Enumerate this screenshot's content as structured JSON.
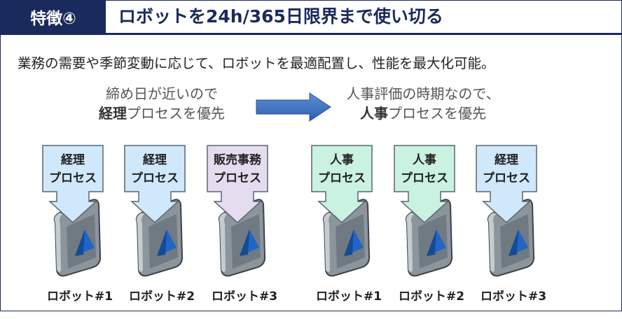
{
  "header": {
    "badge": "特徴④",
    "title": "ロボットを24h/365日限界まで使い切る"
  },
  "lead": "業務の需要や季節変動に応じて、ロボットを最適配置し、性能を最大化可能。",
  "left_caption": {
    "line1": "締め日が近いので",
    "bold": "経理",
    "rest": "プロセスを優先"
  },
  "right_caption": {
    "line1": "人事評価の時期なので、",
    "bold": "人事",
    "rest": "プロセスを優先"
  },
  "robots": [
    {
      "task_line1": "経理",
      "task_line2": "プロセス",
      "color": "#cfe8fb",
      "name": "ロボット#1"
    },
    {
      "task_line1": "経理",
      "task_line2": "プロセス",
      "color": "#cfe8fb",
      "name": "ロボット#2"
    },
    {
      "task_line1": "販売事務",
      "task_line2": "プロセス",
      "color": "#e6dcef",
      "name": "ロボット#3"
    },
    {
      "task_line1": "人事",
      "task_line2": "プロセス",
      "color": "#c9f2e0",
      "name": "ロボット#1"
    },
    {
      "task_line1": "人事",
      "task_line2": "プロセス",
      "color": "#c9f2e0",
      "name": "ロボット#2"
    },
    {
      "task_line1": "経理",
      "task_line2": "プロセス",
      "color": "#cfe8fb",
      "name": "ロボット#3"
    }
  ]
}
